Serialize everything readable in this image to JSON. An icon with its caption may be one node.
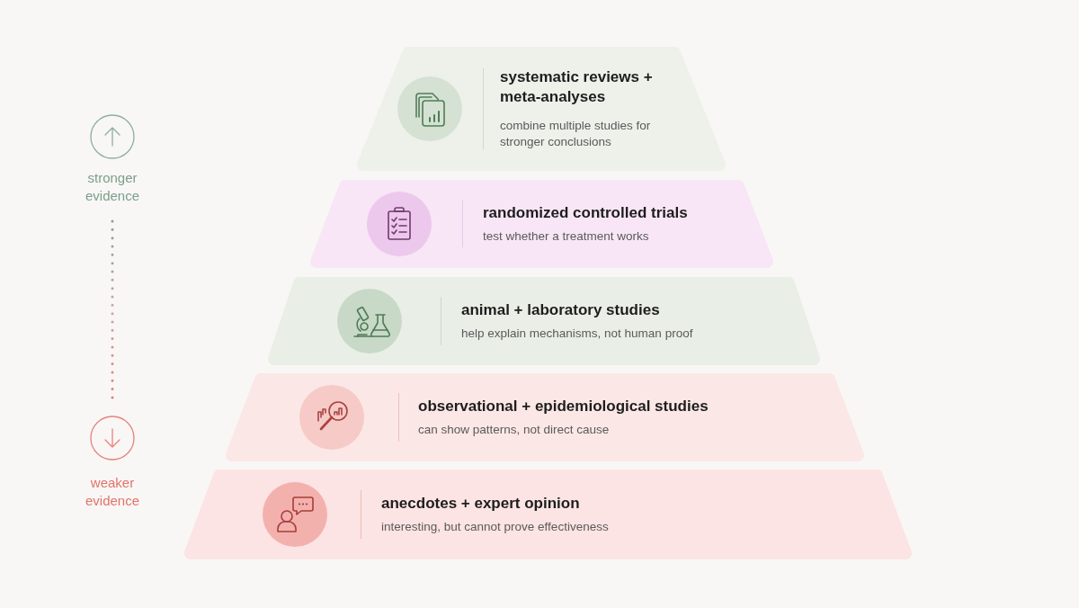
{
  "diagram": {
    "nodes": [
      {
        "text": [
          "systematic reviews + meta-analyses",
          "combine multiple studies for stronger conclusions"
        ]
      },
      {
        "text": [
          "randomized controlled trials",
          "test whether a treatment works"
        ]
      },
      {
        "text": [
          "animal + laboratory studies",
          "help explain mechanisms, not human proof"
        ]
      },
      {
        "text": [
          "observational + epidemiological studies",
          "can show patterns, not direct cause"
        ]
      },
      {
        "text": [
          "anecdotes + expert opinion",
          "interesting, but cannot prove effectiveness"
        ]
      }
    ],
    "labels": [
      "stronger evidence",
      "weaker evidence"
    ]
  }
}
